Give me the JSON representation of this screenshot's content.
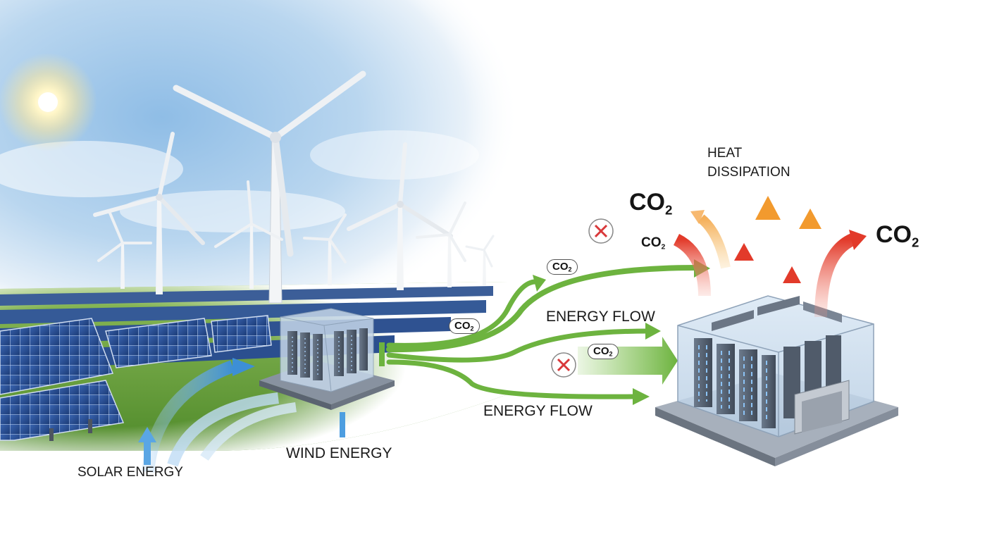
{
  "labels": {
    "solar_energy": "SOLAR ENERGY",
    "wind_energy": "WIND ENERGY",
    "energy_flow_top": "ENERGY FLOW",
    "energy_flow_bottom": "ENERGY FLOW",
    "heat_dissipation_line1": "HEAT",
    "heat_dissipation_line2": "DISSIPATION"
  },
  "co2": {
    "prefix": "CO",
    "subscript": "2"
  },
  "icons": [
    "sun-icon",
    "wind-turbine-icon",
    "solar-panel-icon",
    "server-rack-icon",
    "data-center-icon",
    "blocked-x-icon",
    "energy-arrow-icon",
    "heat-arrow-icon"
  ],
  "colors": {
    "sky": "#a9cbe8",
    "solar_panel": "#2b4f8f",
    "grass": "#6aa23a",
    "energy_green": "#6db33f",
    "solar_blue_arrow": "#3d8fd6",
    "heat_red": "#e23a2a",
    "heat_orange": "#f29a2e",
    "block_red": "#d9383a",
    "building_glass": "#c9dcee"
  }
}
